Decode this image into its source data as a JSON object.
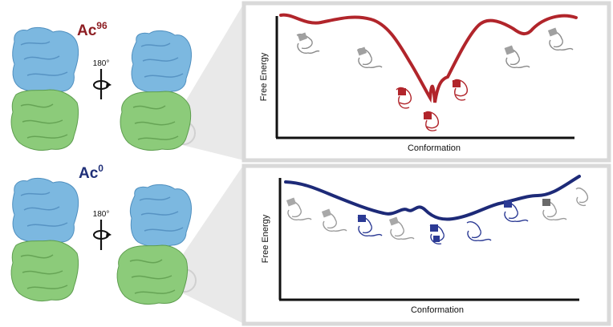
{
  "top_row": {
    "state_label": {
      "base": "Ac",
      "superscript": "96"
    },
    "rotation_label": "180°",
    "landscape": {
      "ylabel": "Free Energy",
      "xlabel": "Conformation",
      "curve_color": "#b1252b",
      "structure_color": "#b1252b"
    }
  },
  "bottom_row": {
    "state_label": {
      "base": "Ac",
      "superscript": "0"
    },
    "rotation_label": "180°",
    "landscape": {
      "ylabel": "Free Energy",
      "xlabel": "Conformation",
      "curve_color": "#1d2a78",
      "structure_color": "#2b3a94"
    }
  },
  "colors": {
    "blue_domain": "#7cb8e0",
    "green_domain": "#8ccb7a",
    "panel_border": "#d9d9d9",
    "ac96_label": "#8d1d22",
    "ac0_label": "#1f2f78"
  }
}
